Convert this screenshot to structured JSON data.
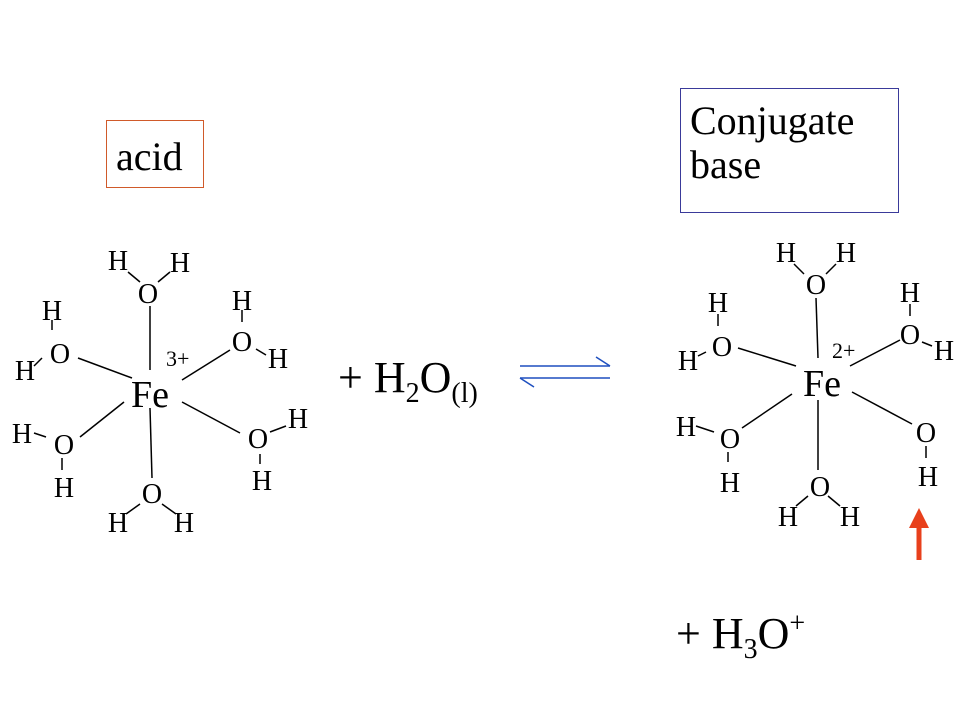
{
  "labels": {
    "acid": "acid",
    "base_line1": "Conjugate",
    "base_line2": "base"
  },
  "left_complex": {
    "metal": "Fe",
    "charge": "3+",
    "atoms": {
      "H": "H",
      "O": "O"
    }
  },
  "right_complex": {
    "metal": "Fe",
    "charge": "2+",
    "atoms": {
      "H": "H",
      "O": "O"
    }
  },
  "reactant": {
    "plus": "+ H",
    "sub1": "2",
    "mid": "O",
    "sub2": "(l)"
  },
  "product": {
    "plus": "+ H",
    "sub1": "3",
    "mid": "O",
    "sup": "+"
  },
  "colors": {
    "arrow_red": "#e8401c",
    "acid_border": "#d05a2a",
    "base_border": "#3a3a9a"
  }
}
